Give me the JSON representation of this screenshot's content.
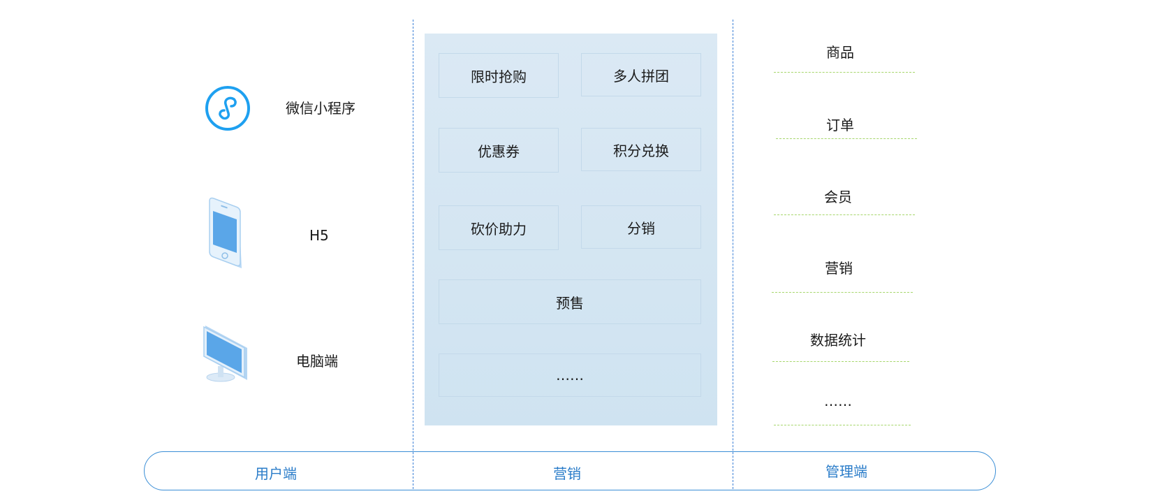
{
  "columns": {
    "user": {
      "label": "用户端",
      "items": [
        {
          "label": "微信小程序",
          "icon": "mini-program-icon"
        },
        {
          "label": "H5",
          "icon": "smartphone-icon"
        },
        {
          "label": "电脑端",
          "icon": "desktop-monitor-icon"
        }
      ]
    },
    "marketing": {
      "label": "营销",
      "features": [
        "限时抢购",
        "多人拼团",
        "优惠券",
        "积分兑换",
        "砍价助力",
        "分销",
        "预售",
        "……"
      ]
    },
    "admin": {
      "label": "管理端",
      "items": [
        "商品",
        "订单",
        "会员",
        "营销",
        "数据统计",
        "……"
      ]
    }
  },
  "colors": {
    "divider": "#3a7fd6",
    "panel": "#d6e7f3",
    "feature_border": "#c3d9ea",
    "admin_underline": "#a6d66b",
    "capsule_border": "#3a8ed6",
    "capsule_text": "#2a7cc9",
    "icon_blue": "#1ea0f0",
    "device_blue": "#5aa6e8"
  }
}
